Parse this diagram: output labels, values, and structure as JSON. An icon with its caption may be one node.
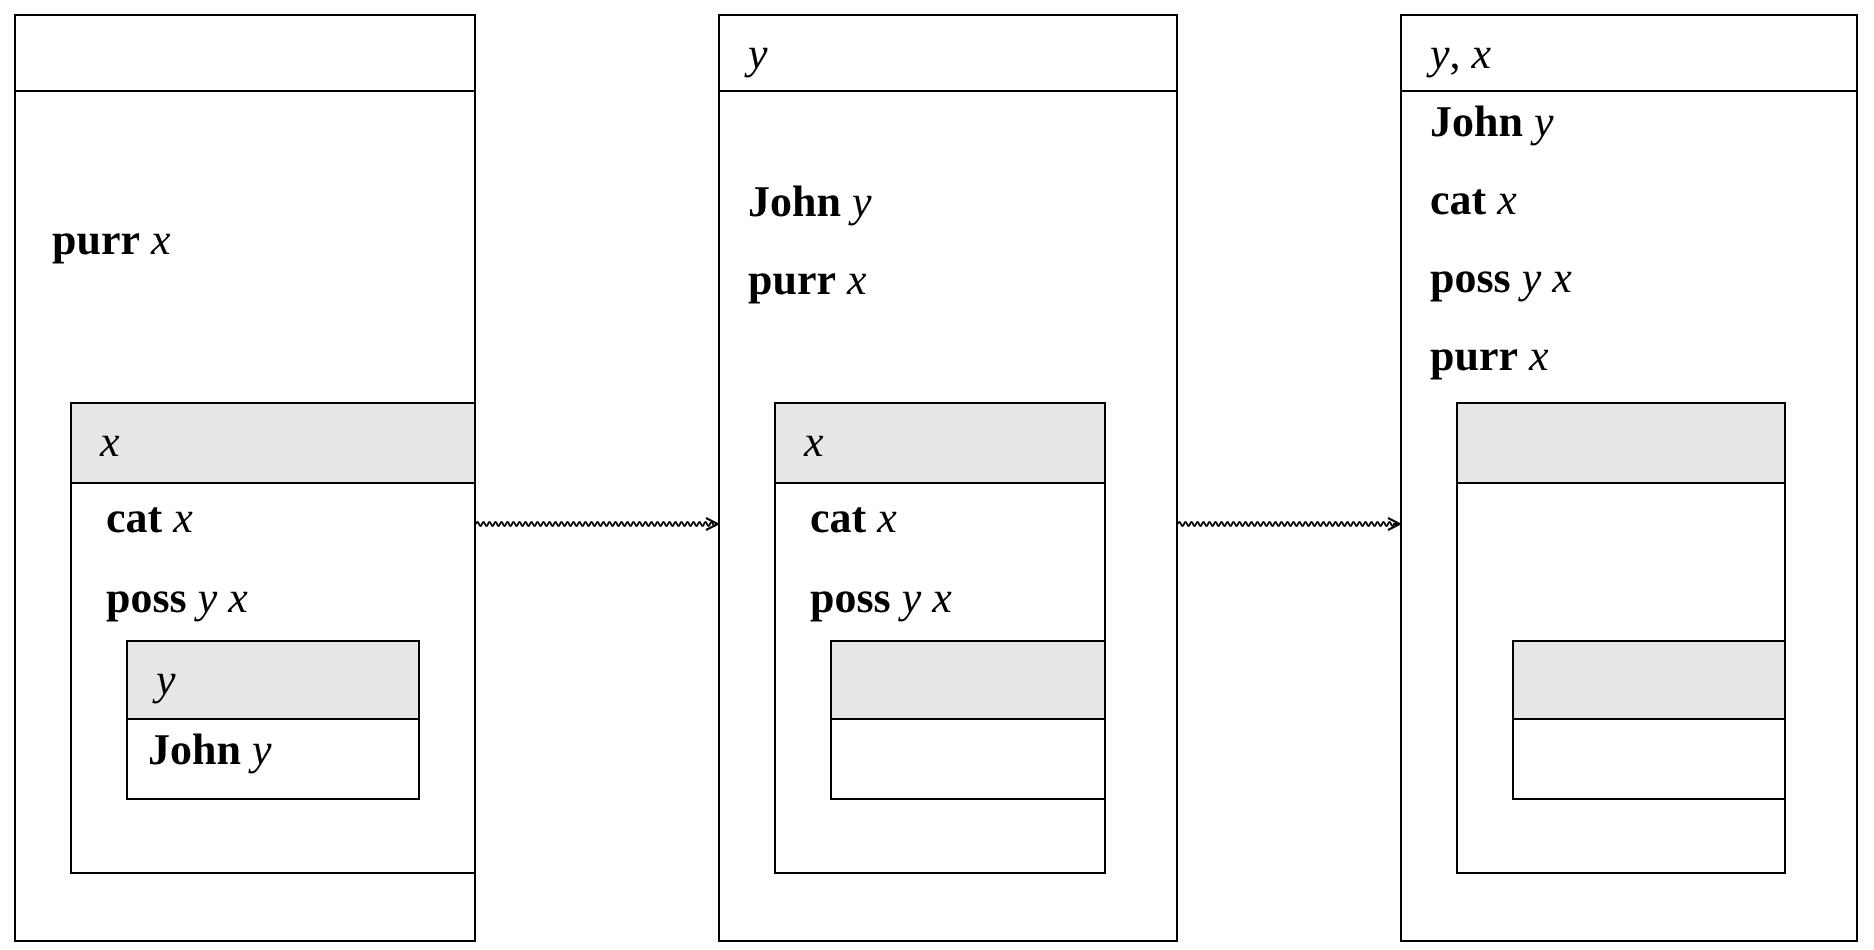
{
  "diagram": {
    "nodes": [
      {
        "text": [
          "**purr** *x*"
        ]
      },
      {
        "text": [
          "*x*",
          "**cat** *x*",
          "**poss** *y* *x*"
        ],
        "in": 0
      },
      {
        "text": [
          "*y*",
          "**John** *y*"
        ],
        "in": 1
      },
      {
        "text": [
          "*y*",
          "**John** *y*",
          "**purr** *x*"
        ]
      },
      {
        "text": [
          "*x*",
          "**cat** *x*",
          "**poss** *y* *x*"
        ],
        "in": 3
      },
      {
        "text": [],
        "shape": "box",
        "in": 4
      },
      {
        "text": [
          "*y*, *x*",
          "**John** *y*",
          "**cat** *x*",
          "**poss** *y* *x*",
          "**purr** *x*"
        ]
      },
      {
        "text": [],
        "shape": "box",
        "in": 6
      },
      {
        "text": [],
        "shape": "box",
        "in": 7
      }
    ],
    "edges": [
      {
        "from": 0,
        "to": 3,
        "arrow": "to"
      },
      {
        "from": 3,
        "to": 6,
        "arrow": "to"
      }
    ]
  }
}
